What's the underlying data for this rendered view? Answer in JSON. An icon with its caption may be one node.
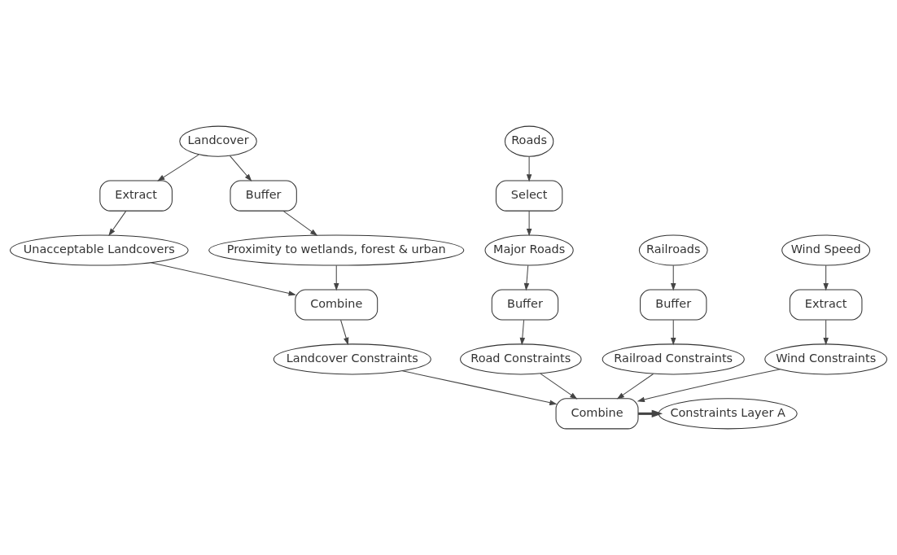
{
  "diagram": {
    "nodes": [
      {
        "text": [
          "Landcover"
        ]
      },
      {
        "text": [
          "Extract"
        ]
      },
      {
        "text": [
          "Buffer"
        ]
      },
      {
        "text": [
          "Unacceptable Landcovers"
        ]
      },
      {
        "text": [
          "Proximity to wetlands, forest & urban"
        ]
      },
      {
        "text": [
          "Combine"
        ]
      },
      {
        "text": [
          "Landcover Constraints"
        ]
      },
      {
        "text": [
          "Roads"
        ]
      },
      {
        "text": [
          "Select"
        ]
      },
      {
        "text": [
          "Major Roads"
        ]
      },
      {
        "text": [
          "Buffer"
        ]
      },
      {
        "text": [
          "Road Constraints"
        ]
      },
      {
        "text": [
          "Railroads"
        ]
      },
      {
        "text": [
          "Buffer"
        ]
      },
      {
        "text": [
          "Railroad Constraints"
        ]
      },
      {
        "text": [
          "Wind Speed"
        ]
      },
      {
        "text": [
          "Extract"
        ]
      },
      {
        "text": [
          "Wind Constraints"
        ]
      },
      {
        "text": [
          "Combine"
        ]
      },
      {
        "text": [
          "Constraints Layer A"
        ]
      }
    ],
    "edges": [
      {
        "from": 0,
        "to": 1,
        "arrow": "to"
      },
      {
        "from": 0,
        "to": 2,
        "arrow": "to"
      },
      {
        "from": 1,
        "to": 3,
        "arrow": "to"
      },
      {
        "from": 2,
        "to": 4,
        "arrow": "to"
      },
      {
        "from": 3,
        "to": 5,
        "arrow": "to"
      },
      {
        "from": 4,
        "to": 5,
        "arrow": "to"
      },
      {
        "from": 5,
        "to": 6,
        "arrow": "to"
      },
      {
        "from": 6,
        "to": 18,
        "arrow": "to"
      },
      {
        "from": 7,
        "to": 8,
        "arrow": "to"
      },
      {
        "from": 8,
        "to": 9,
        "arrow": "to"
      },
      {
        "from": 9,
        "to": 10,
        "arrow": "to"
      },
      {
        "from": 10,
        "to": 11,
        "arrow": "to"
      },
      {
        "from": 11,
        "to": 18,
        "arrow": "to"
      },
      {
        "from": 12,
        "to": 13,
        "arrow": "to"
      },
      {
        "from": 13,
        "to": 14,
        "arrow": "to"
      },
      {
        "from": 14,
        "to": 18,
        "arrow": "to"
      },
      {
        "from": 15,
        "to": 16,
        "arrow": "to"
      },
      {
        "from": 16,
        "to": 17,
        "arrow": "to"
      },
      {
        "from": 17,
        "to": 18,
        "arrow": "to"
      },
      {
        "from": 18,
        "to": 19,
        "arrow": "to",
        "style": "thick"
      }
    ]
  }
}
